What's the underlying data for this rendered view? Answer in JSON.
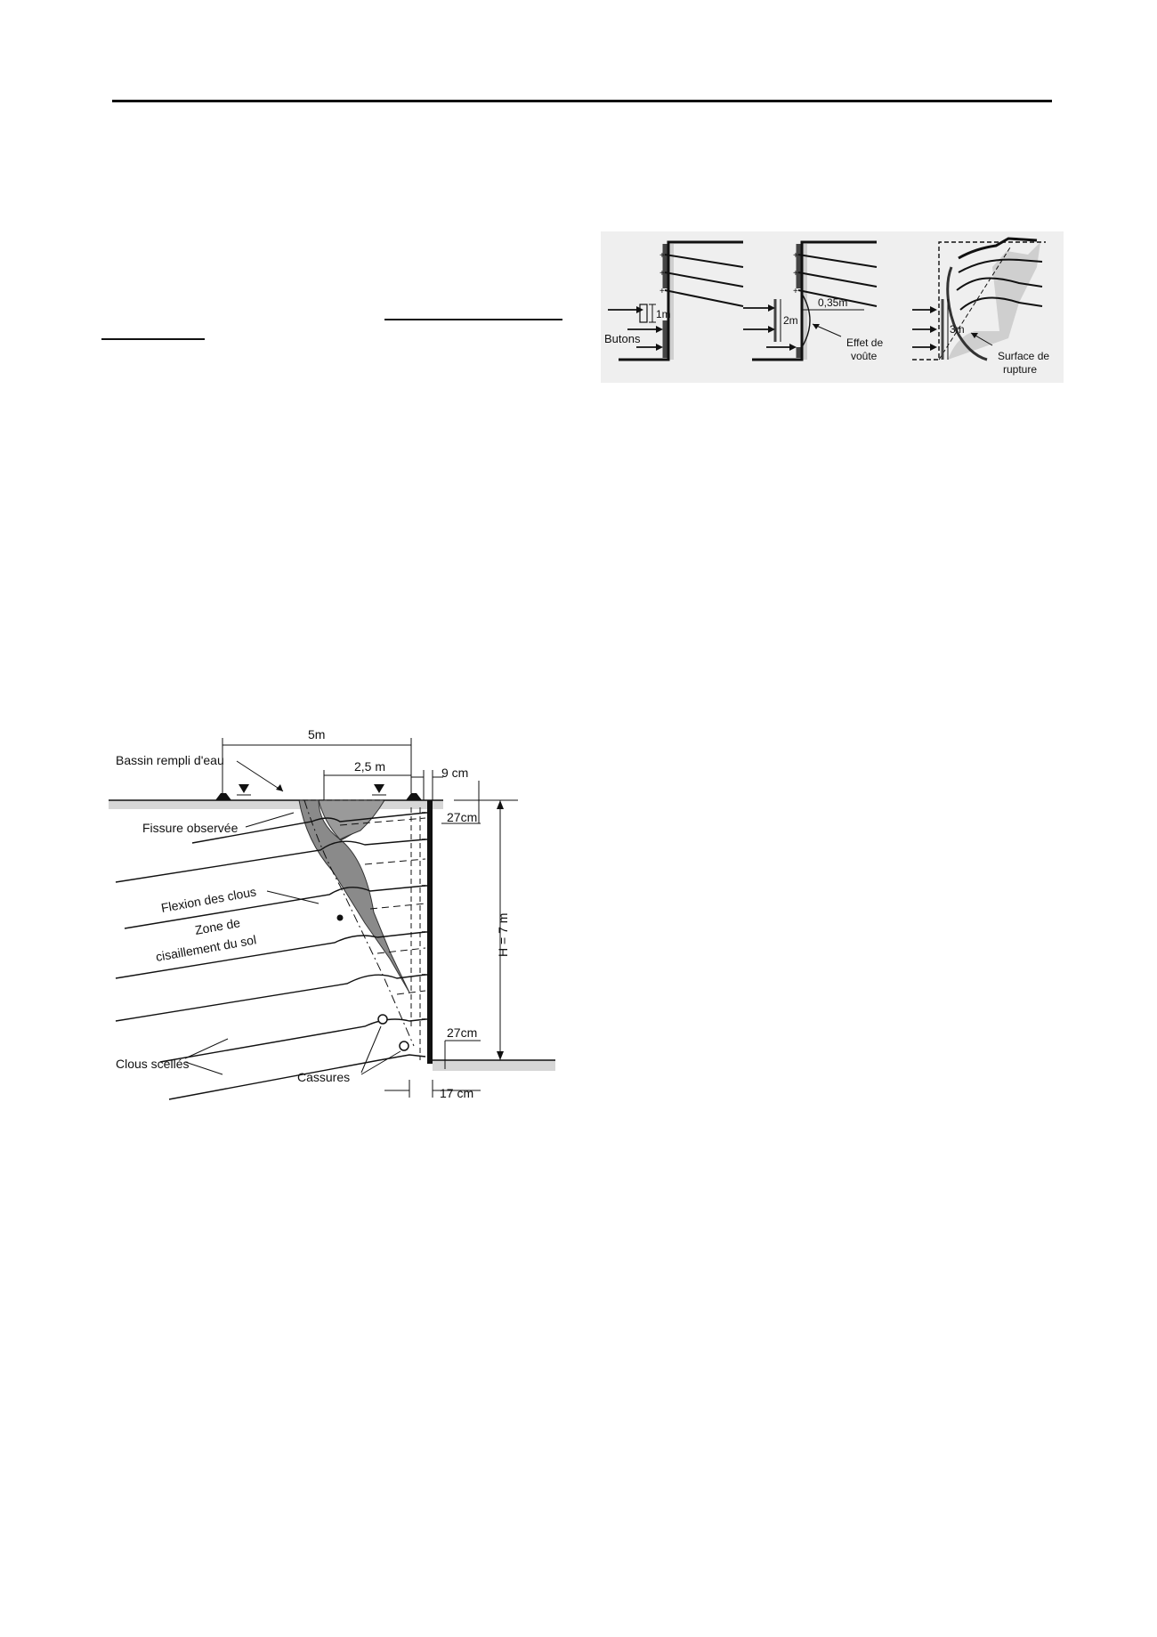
{
  "fig_top": {
    "labels": {
      "butons": "Butons",
      "h1": "1m",
      "h2": "2m",
      "d2": "0,35m",
      "arch1": "Effet de",
      "arch2": "voûte",
      "h3": "3m",
      "fail1": "Surface de",
      "fail2": "rupture"
    }
  },
  "fig_bottom": {
    "labels": {
      "dim_5m": "5m",
      "basin": "Bassin rempli d'eau",
      "dim_25m": "2,5 m",
      "dim_9cm": "9 cm",
      "crack": "Fissure observée",
      "dim_27cm_top": "27cm",
      "bending": "Flexion des clous",
      "shear1": "Zone de",
      "shear2": "cisaillement du sol",
      "height": "H = 7 m",
      "dim_27cm_bottom": "27cm",
      "nails": "Clous scellés",
      "breaks": "Cassures",
      "dim_17cm": "17 cm"
    }
  },
  "colors": {
    "ink": "#111111",
    "shear_zone": "#8a8a8a",
    "soil": "#d6d6d6",
    "panel_bg": "#efefef"
  }
}
